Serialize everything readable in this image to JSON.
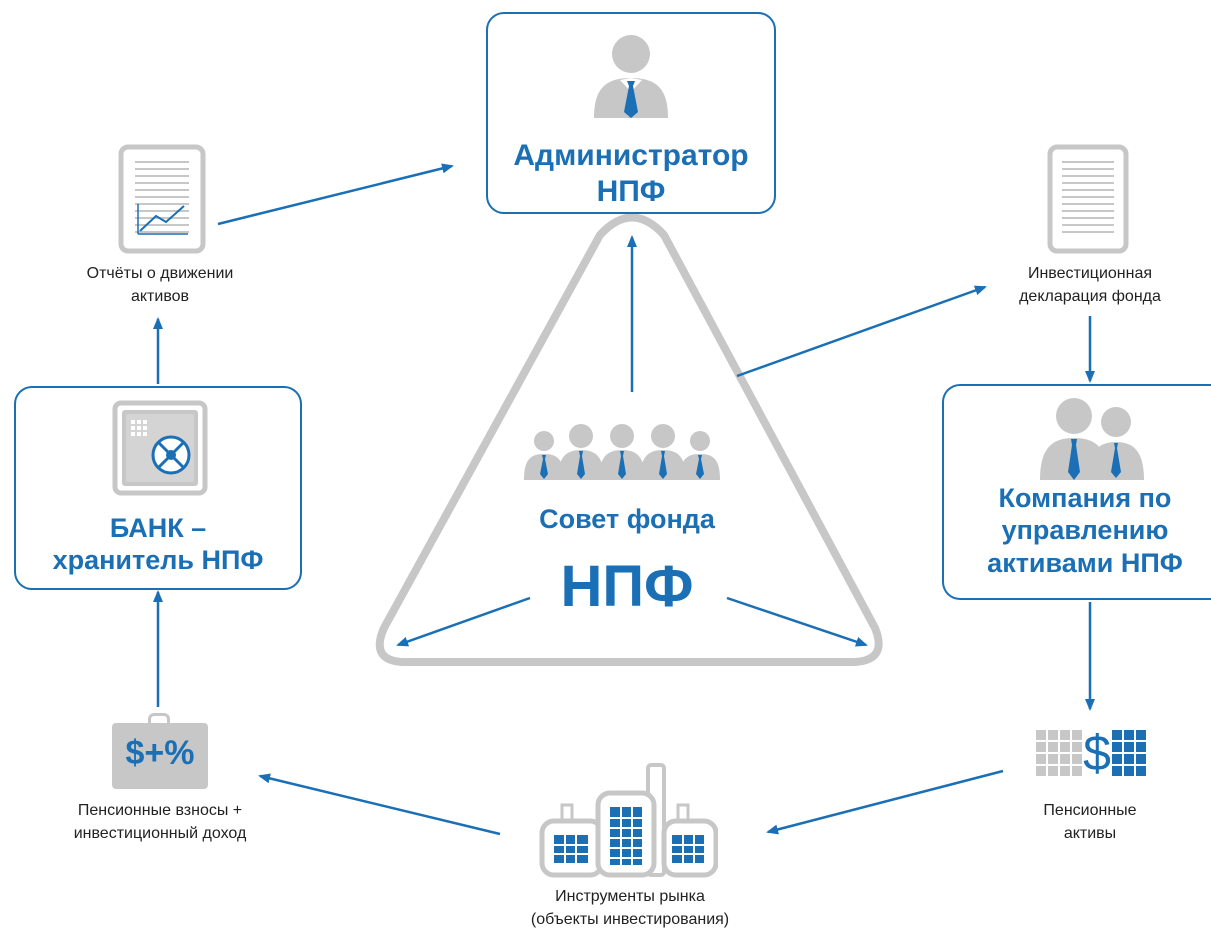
{
  "nodes": {
    "administrator": {
      "line1": "Администратор",
      "line2": "НПФ"
    },
    "council": {
      "line1": "Совет фонда",
      "line2": "НПФ"
    },
    "bank": {
      "line1": "БАНК –",
      "line2": "хранитель НПФ"
    },
    "company": {
      "line1": "Компания по",
      "line2": "управлению",
      "line3": "активами НПФ"
    }
  },
  "captions": {
    "reports": {
      "line1": "Отчёты о движении",
      "line2": "активов"
    },
    "declaration": {
      "line1": "Инвестиционная",
      "line2": "декларация фонда"
    },
    "contributions": {
      "line1": "Пенсионные взносы +",
      "line2": "инвестиционный доход"
    },
    "instruments": {
      "line1": "Инструменты рынка",
      "line2": "(объекты инвестирования)"
    },
    "assets": {
      "line1": "Пенсионные",
      "line2": "активы"
    }
  },
  "icon_text": {
    "money_case": "$+%",
    "assets_sign": "$"
  },
  "icons": [
    "person-icon",
    "safe-icon",
    "group-icon",
    "two-persons-icon",
    "report-chart-icon",
    "document-icon",
    "money-case-icon",
    "factory-icon",
    "assets-grid-icon"
  ],
  "colors": {
    "accent": "#1a6fb5",
    "gray": "#c7c7c7",
    "dark_gray": "#b0b0b0",
    "text": "#222222"
  }
}
